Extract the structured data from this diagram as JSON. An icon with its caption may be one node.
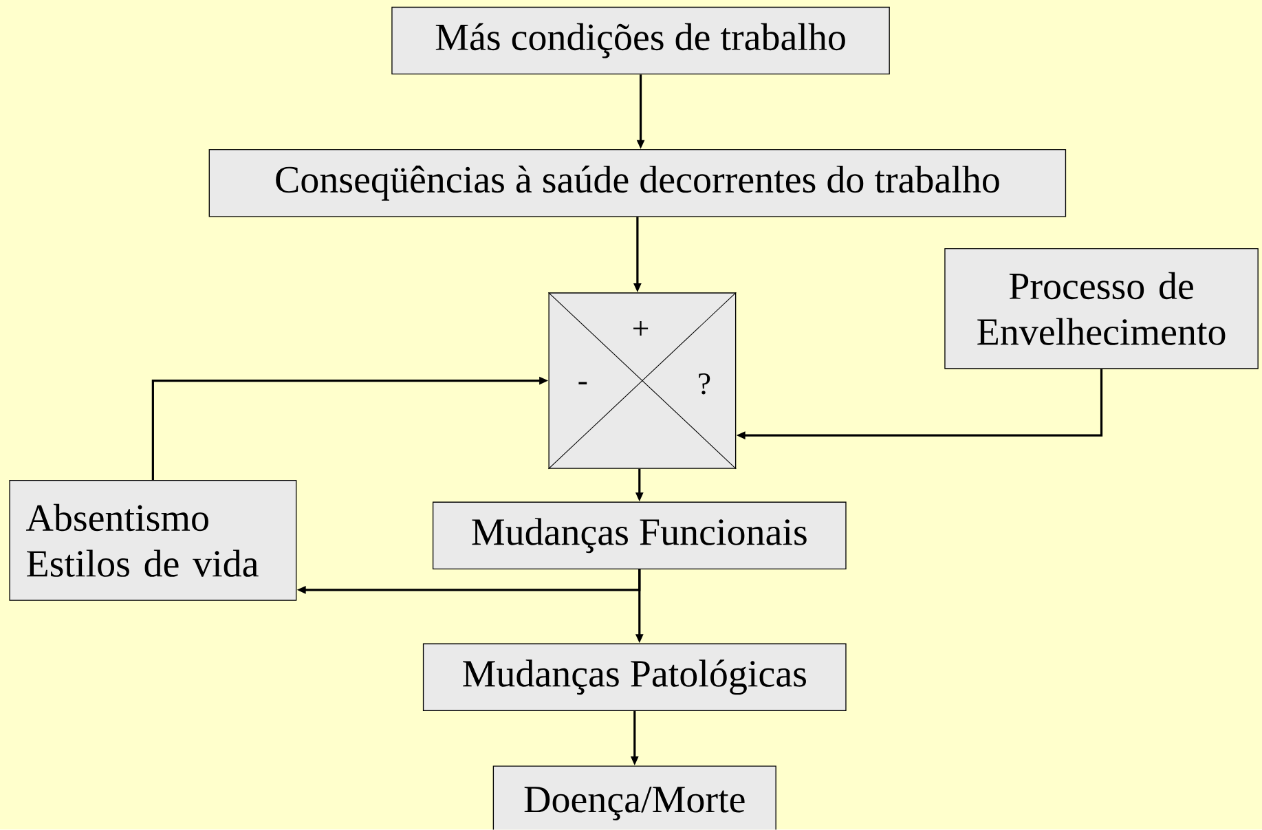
{
  "diagram": {
    "nodes": [
      {
        "text": [
          "Más condições de trabalho"
        ]
      },
      {
        "text": [
          "Conseqüências à saúde decorrentes do trabalho"
        ]
      },
      {
        "text": [
          "+",
          "-",
          "?"
        ]
      },
      {
        "text": [
          "Processo de Envelhecimento"
        ]
      },
      {
        "text": [
          "Absentismo",
          "Estilos de vida"
        ]
      },
      {
        "text": [
          "Mudanças Funcionais"
        ]
      },
      {
        "text": [
          "Mudanças Patológicas"
        ]
      },
      {
        "text": [
          "Doença/Morte"
        ]
      }
    ],
    "edges": [
      {
        "from": 0,
        "to": 1,
        "arrow": "to"
      },
      {
        "from": 1,
        "to": 2,
        "arrow": "to"
      },
      {
        "from": 3,
        "to": 2,
        "arrow": "to"
      },
      {
        "from": 4,
        "to": 2,
        "arrow": "to"
      },
      {
        "from": 2,
        "to": 5,
        "arrow": "to"
      },
      {
        "from": 5,
        "to": 6,
        "arrow": "to"
      },
      {
        "from": 5,
        "to": 4,
        "arrow": "to"
      },
      {
        "from": 6,
        "to": 7,
        "arrow": "to"
      }
    ]
  }
}
